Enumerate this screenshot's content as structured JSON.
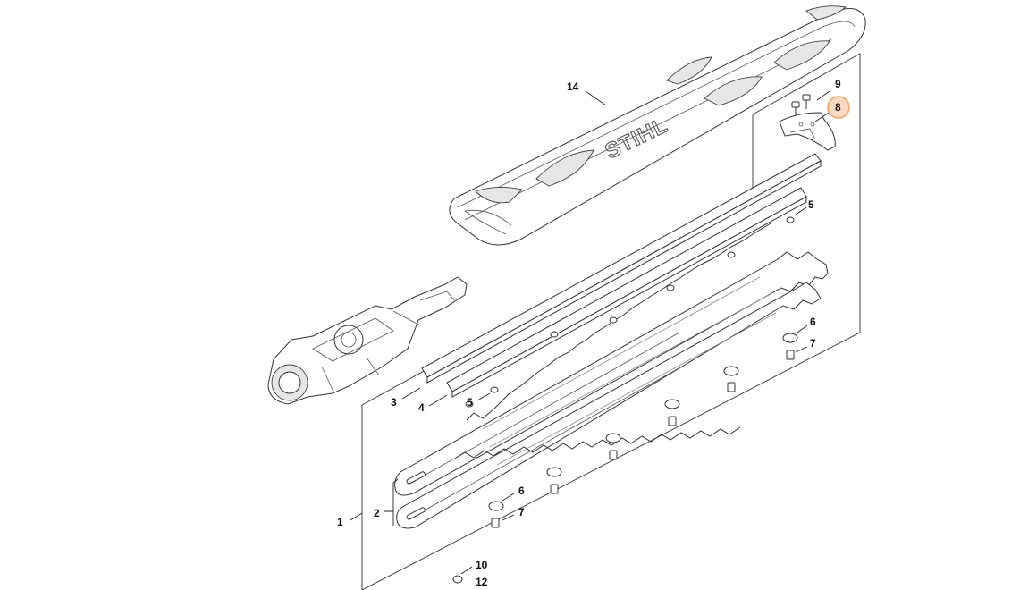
{
  "diagram": {
    "brand_logo_text": "STIHL",
    "highlight_color": "#f3a46b",
    "highlight_fill": "#fbd9c2",
    "callouts": [
      {
        "id": "c14",
        "label": "14"
      },
      {
        "id": "c9",
        "label": "9"
      },
      {
        "id": "c8",
        "label": "8",
        "highlighted": true
      },
      {
        "id": "c5a",
        "label": "5"
      },
      {
        "id": "c6a",
        "label": "6"
      },
      {
        "id": "c7a",
        "label": "7"
      },
      {
        "id": "c3",
        "label": "3"
      },
      {
        "id": "c4",
        "label": "4"
      },
      {
        "id": "c5b",
        "label": "5"
      },
      {
        "id": "c6b",
        "label": "6"
      },
      {
        "id": "c7b",
        "label": "7"
      },
      {
        "id": "c2",
        "label": "2"
      },
      {
        "id": "c1",
        "label": "1"
      },
      {
        "id": "c10",
        "label": "10"
      },
      {
        "id": "c12",
        "label": "12"
      }
    ]
  }
}
